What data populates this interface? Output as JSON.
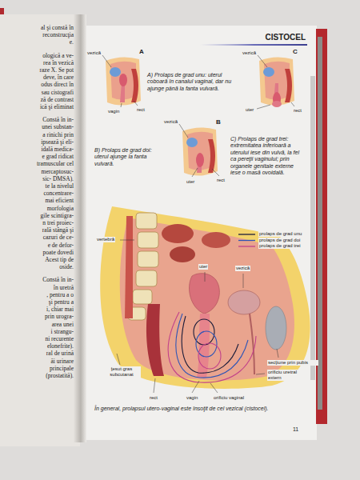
{
  "diagram": {
    "title": "CISTOCEL",
    "caption": "În general, prolapsul utero-vaginal este însoţit de cel vezical (cistocel).",
    "labels": [
      "A",
      "A) Prolaps de grad unu: uterul coboară în canalul vaginal, dar nu ajunge până la fanta vulvară.",
      "vezică",
      "vagin",
      "rect",
      "C",
      "vezică",
      "uter",
      "rect",
      "B",
      "B) Prolaps de grad doi: uterul ajunge la fanta vulvară.",
      "vezică",
      "uter",
      "rect",
      "C) Prolaps de grad trei: extremitatea inferioară a uterului iese din vulvă, la fel ca pereţii vaginului; prin organele genitale externe iese o masă ovoidală.",
      "vertebră",
      "uter",
      "vezică",
      "secţiune prin pubis",
      "orificiu uretral extern",
      "ţesut gras subcutanat",
      "rect",
      "vagin",
      "orificiu vaginal",
      "11",
      "al şi constă în",
      "reconstrucţia",
      "e.",
      "ologică a ve-",
      "rea în vezică",
      "raze X. Se pot",
      "deve, în care",
      "odus direct în",
      "sau cistografi",
      "ză de contrast",
      "ică şi eliminat",
      "Constă în in-",
      "unei substan-",
      "a rinichi prin",
      "ipsează şi eli-",
      "idală medica-",
      "e grad ridicat",
      "tramuscular cel",
      "mercaptosuc-",
      "sic- DMSA).",
      "te la nivelul",
      "concentrare-",
      "mai eficient",
      "morfologia",
      "gile scintigra-",
      "n trei proiec-",
      "rală stângă şi",
      "cazuri de ce-",
      "e de defor-",
      "poate dovedi",
      "Acest tip de",
      "oside.",
      "Constă în in-",
      "în uretră",
      ", pentru a o",
      "şi pentru a",
      "i, chiar mai",
      "prin urogra-",
      "area unei",
      "i strangu-",
      "ni recurente",
      "elonefrite).",
      "ral de urină",
      "ăi urinare",
      "principale",
      "(prostatită)."
    ],
    "legend": [
      {
        "text": "prolaps de grad unu"
      },
      {
        "text": "prolaps de grad doi"
      },
      {
        "text": "prolaps de grad trei"
      }
    ]
  }
}
